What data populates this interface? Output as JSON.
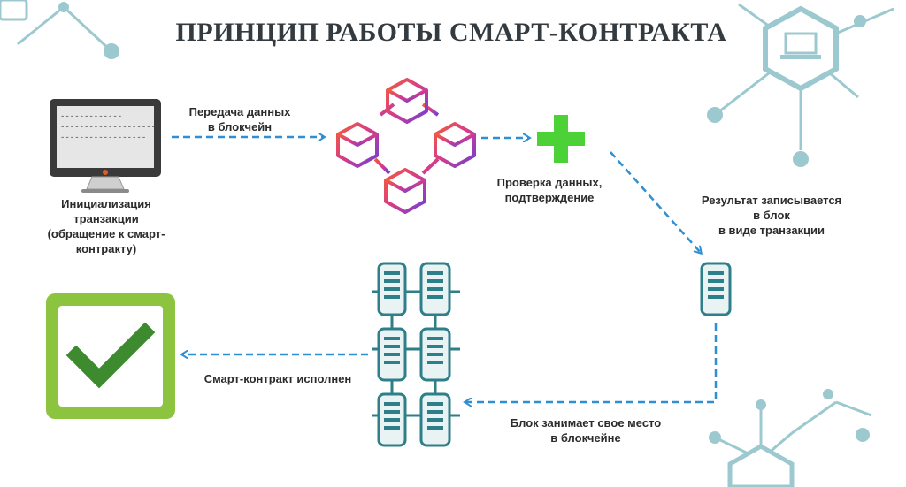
{
  "title": "ПРИНЦИП РАБОТЫ СМАРТ-КОНТРАКТА",
  "steps": {
    "init": {
      "lines": [
        "Инициализация",
        "транзакции",
        "(обращение к смарт-контракту)"
      ],
      "monitor_text": [
        "-------------",
        "--------------------",
        "------------------"
      ]
    },
    "transfer": {
      "lines": [
        "Передача данных",
        "в блокчейн"
      ]
    },
    "verify": {
      "lines": [
        "Проверка данных,",
        "подтверждение"
      ]
    },
    "record": {
      "lines": [
        "Результат записывается",
        "в блок",
        "в виде транзакции"
      ]
    },
    "place": {
      "lines": [
        "Блок занимает свое место",
        "в блокчейне"
      ]
    },
    "done": {
      "lines": [
        "Смарт-контракт исполнен"
      ]
    }
  },
  "colors": {
    "arrow": "#2f8fd3",
    "teal": "#2e7f8a",
    "teal_light": "#a9d3d8",
    "check_green": "#8cc43f",
    "check_dark": "#3d8b2e",
    "plus_green": "#4cd137",
    "deco": "#9cc9cf"
  },
  "icons": {
    "monitor": "computer-monitor-icon",
    "blockchain": "blockchain-cubes-icon",
    "plus": "plus-icon",
    "server": "server-icon",
    "checkmark": "checkmark-icon"
  }
}
